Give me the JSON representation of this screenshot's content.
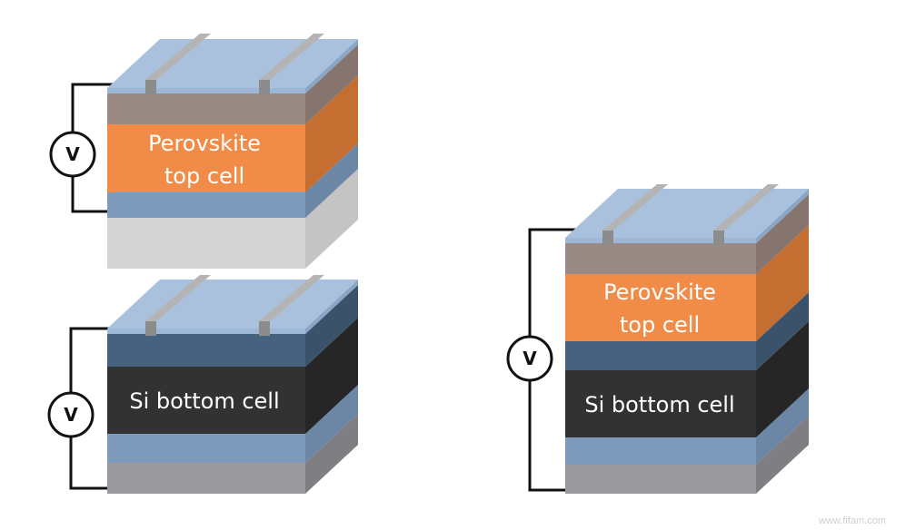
{
  "colors": {
    "glass": "#9db8d6",
    "contact": "#a6a6a6",
    "perovskite": "#f08c48",
    "brownLayer": "#9a8a86",
    "siDark": "#323232",
    "navy": "#46627e",
    "blueLayer": "#7e9abb",
    "lightGrey": "#d4d4d4",
    "midGrey": "#9a9a9e",
    "wire": "#111111"
  },
  "stacks": {
    "perovskite_single": {
      "label_line1": "Perovskite",
      "label_line2": "top cell"
    },
    "si_single": {
      "label": "Si bottom cell"
    },
    "tandem": {
      "perovskite_line1": "Perovskite",
      "perovskite_line2": "top cell",
      "si_label": "Si bottom cell"
    }
  },
  "voltmeter_symbol": "V",
  "voltmeter_icon": "voltmeter-icon",
  "watermark": "www.fifam.com"
}
